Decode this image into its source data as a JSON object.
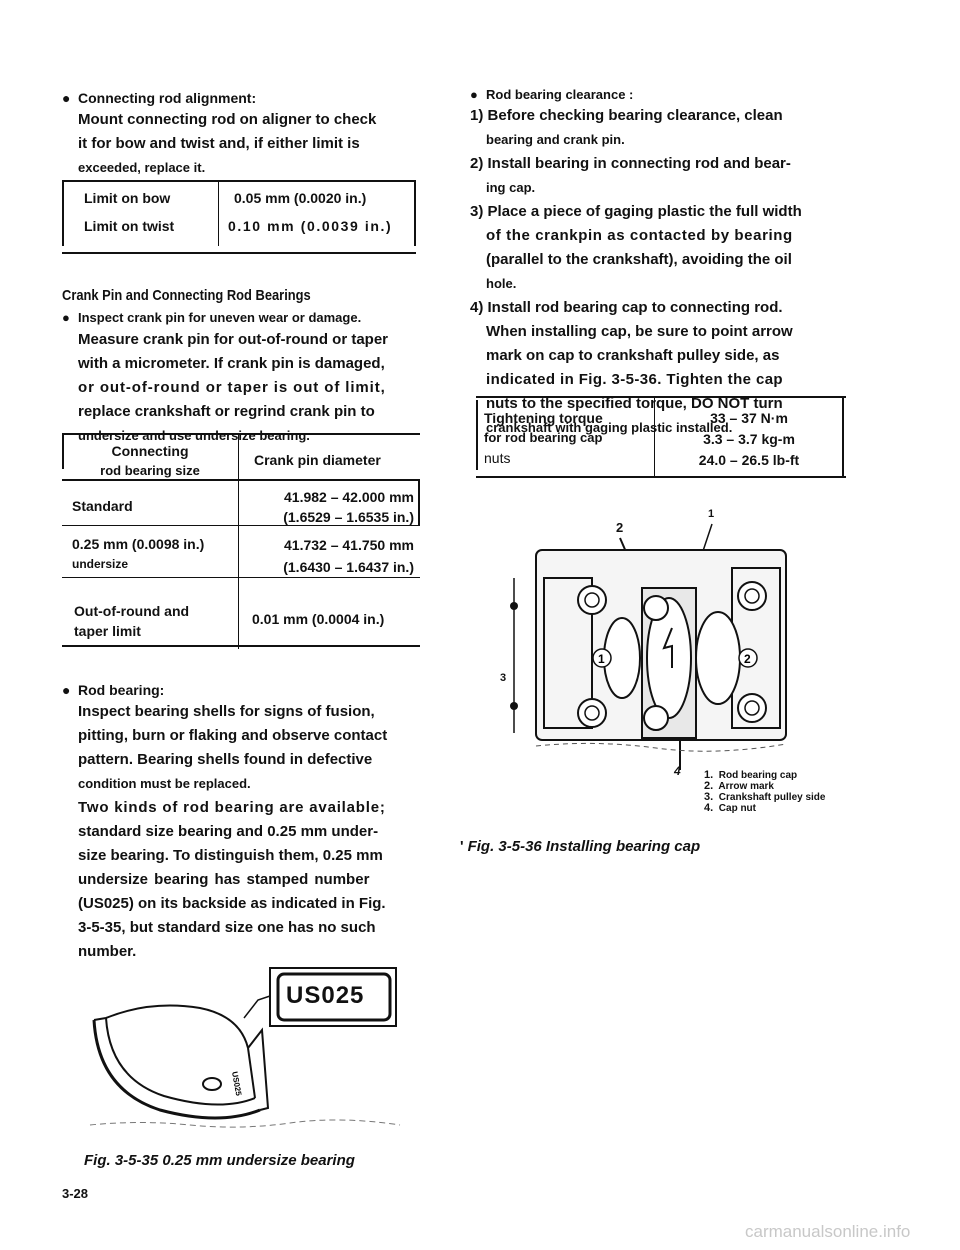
{
  "left": {
    "alignment": {
      "bullet": "Connecting rod alignment:",
      "lines": [
        "Mount connecting rod on aligner to check",
        "it for bow and twist and, if either limit is",
        "exceeded, replace it."
      ],
      "table": [
        {
          "label": "Limit on bow",
          "value": "0.05 mm (0.0020 in.)"
        },
        {
          "label": "Limit on twist",
          "value": "0.10 mm (0.0039 in.)"
        }
      ]
    },
    "crank_heading": "Crank Pin and Connecting Rod Bearings",
    "inspect": {
      "bullet": "Inspect crank pin for uneven wear or damage.",
      "lines": [
        "Measure crank pin for out-of-round or taper",
        "with a micrometer. If crank pin is damaged,",
        "or out-of-round or taper is out of limit,",
        "replace crankshaft or regrind crank pin to",
        "undersize and use undersize bearing."
      ]
    },
    "bearing_table": {
      "header": {
        "col1_line1": "Connecting",
        "col1_line2": "rod bearing size",
        "col2": "Crank pin diameter"
      },
      "rows": [
        {
          "c1a": "Standard",
          "c1b": "",
          "c2a": "41.982 – 42.000 mm",
          "c2b": "(1.6529 – 1.6535 in.)"
        },
        {
          "c1a": "0.25 mm (0.0098 in.)",
          "c1b": "undersize",
          "c2a": "41.732 – 41.750 mm",
          "c2b": "(1.6430 – 1.6437 in.)"
        }
      ],
      "limit": {
        "c1a": "Out-of-round and",
        "c1b": "taper limit",
        "c2": "0.01 mm (0.0004 in.)"
      }
    },
    "rod_bearing": {
      "bullet": "Rod bearing:",
      "lines": [
        "Inspect bearing shells for signs of fusion,",
        "pitting, burn or flaking and observe contact",
        "pattern. Bearing shells found in defective",
        "condition must be replaced.",
        "Two kinds of rod bearing are available;",
        "standard size bearing and 0.25 mm under-",
        "size bearing. To distinguish them, 0.25 mm",
        "undersize bearing  has stamped number",
        "(US025) on its backside as indicated in Fig.",
        "3-5-35, but standard size one has no such",
        "number."
      ]
    },
    "figure_label": "US025",
    "figure_caption": "Fig. 3-5-35 0.25 mm undersize bearing",
    "page_number": "3-28"
  },
  "right": {
    "clearance_bullet": "Rod bearing clearance :",
    "steps": [
      {
        "num": "1)",
        "lines": [
          "Before checking bearing clearance, clean",
          "bearing and crank pin."
        ]
      },
      {
        "num": "2)",
        "lines": [
          "Install bearing in connecting rod and bear-",
          "ing cap."
        ]
      },
      {
        "num": "3)",
        "lines": [
          "Place a piece of gaging plastic the full width",
          "of the crankpin as contacted by bearing",
          "(parallel to the crankshaft), avoiding the oil",
          "hole."
        ]
      },
      {
        "num": "4)",
        "lines": [
          "Install rod bearing cap to connecting rod.",
          "When installing cap, be sure to point arrow",
          "mark on cap to crankshaft pulley side, as",
          "indicated in Fig. 3-5-36. Tighten the cap",
          "nuts to the specified torque, DO NOT turn",
          "crankshaft with gaging plastic installed."
        ]
      }
    ],
    "torque_table": {
      "label_lines": [
        "Tightening torque",
        "for rod bearing cap",
        "nuts"
      ],
      "value_lines": [
        "33 – 37 N·m",
        "3.3 – 3.7 kg-m",
        "24.0 – 26.5 lb-ft"
      ]
    },
    "figure_numbers": [
      "2",
      "1",
      "3",
      "4"
    ],
    "legend": [
      {
        "n": "1.",
        "text": "Rod bearing cap"
      },
      {
        "n": "2.",
        "text": "Arrow mark"
      },
      {
        "n": "3.",
        "text": "Crankshaft pulley side"
      },
      {
        "n": "4.",
        "text": "Cap nut"
      }
    ],
    "figure_caption": "Fig. 3-5-36  Installing bearing cap"
  },
  "watermark": "carmanualsonline.info"
}
